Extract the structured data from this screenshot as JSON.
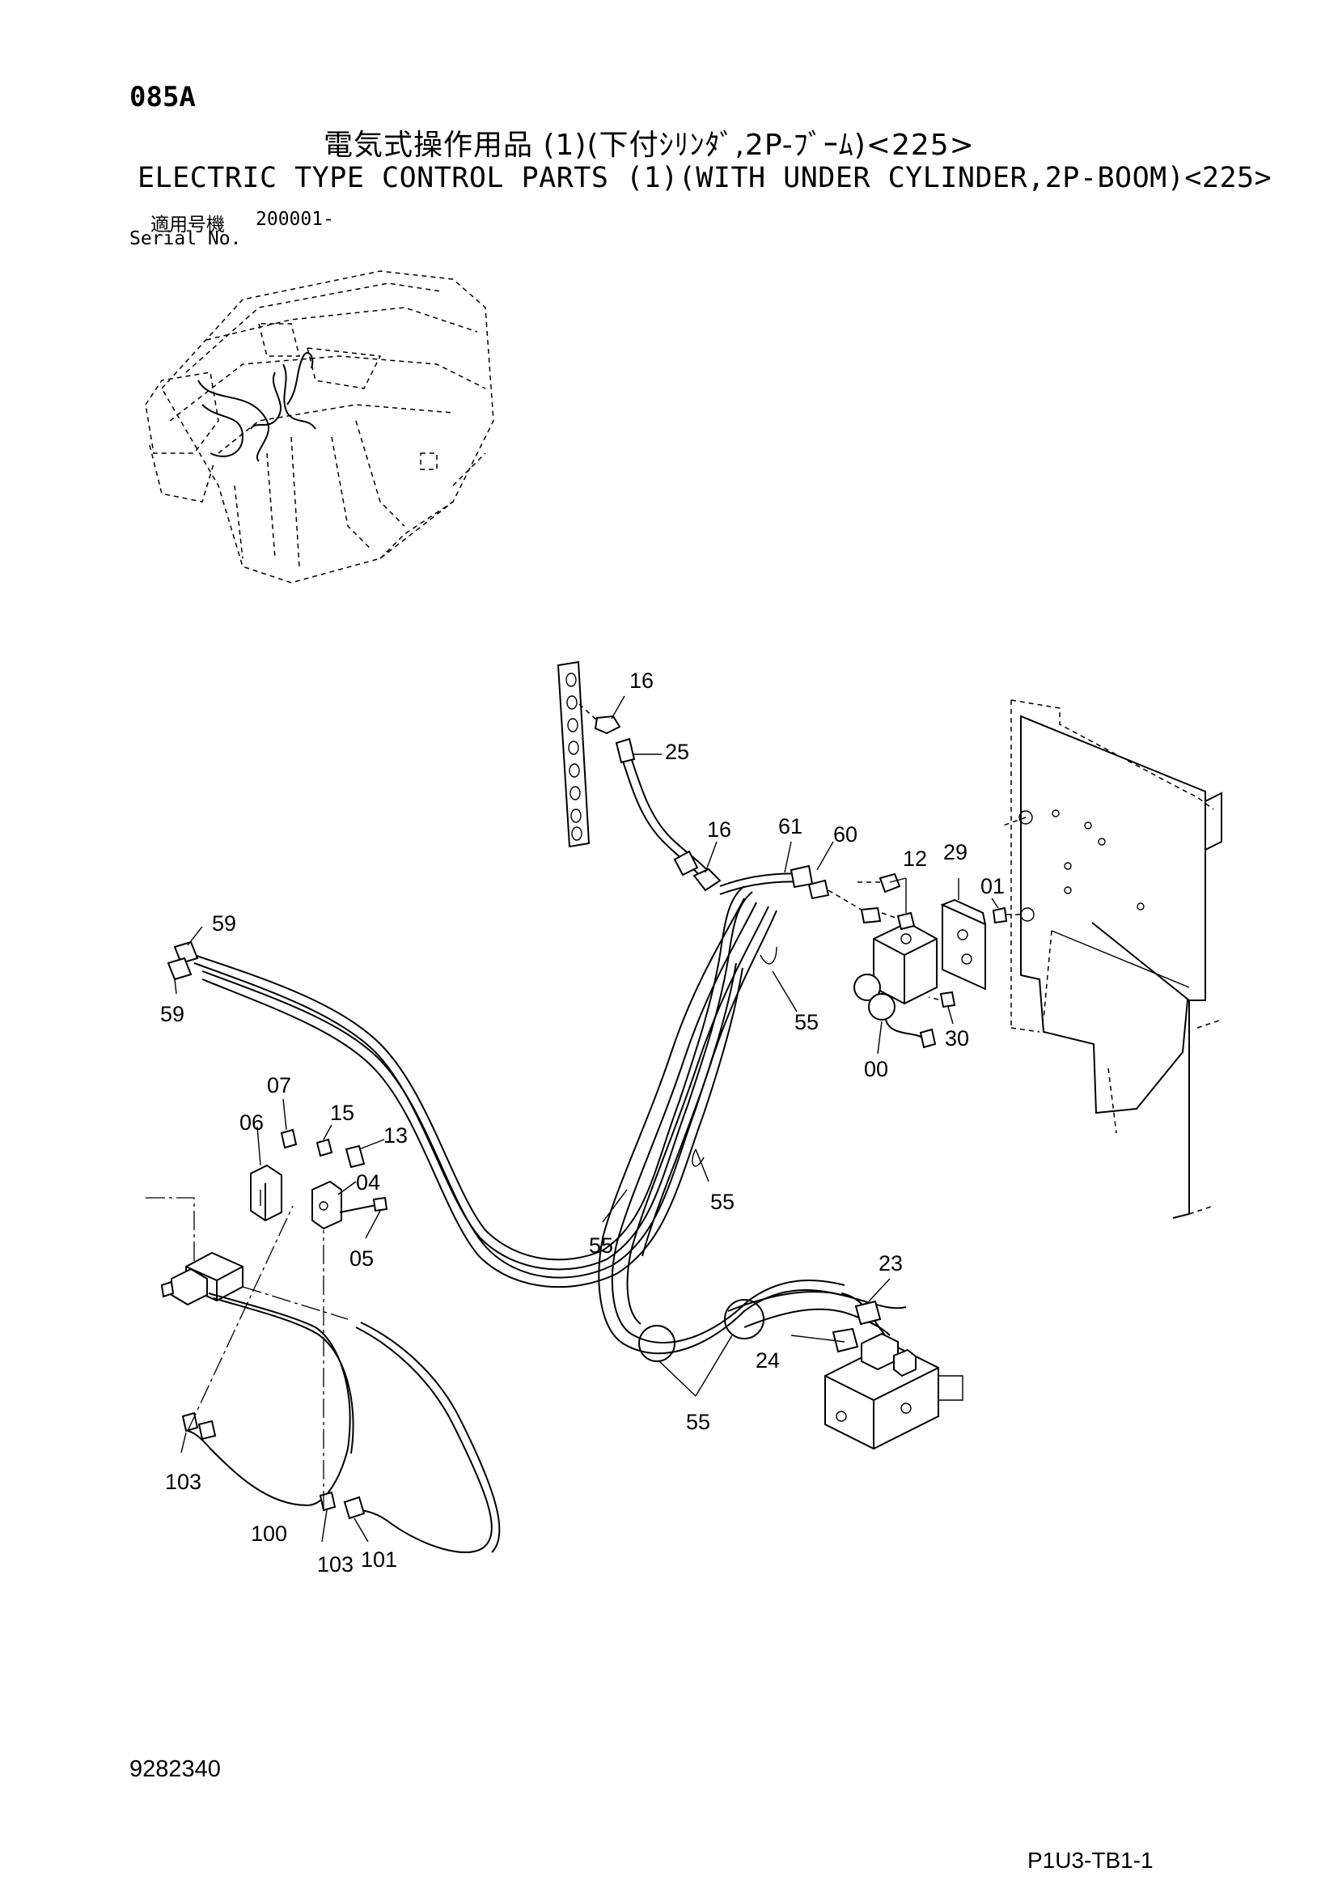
{
  "page_code": "085A",
  "title_jp": "電気式操作用品 (1)(下付ｼﾘﾝﾀﾞ,2P-ﾌﾞｰﾑ)<225>",
  "title_en": "ELECTRIC TYPE CONTROL PARTS (1)(WITH UNDER CYLINDER,2P-BOOM)<225>",
  "serial_label_jp": "適用号機",
  "serial_value": "200001-",
  "serial_label_en": "Serial No.",
  "document_number": "9282340",
  "sheet_code": "P1U3-TB1-1",
  "callouts": {
    "c16_top": "16",
    "c25": "25",
    "c16_mid": "16",
    "c61": "61",
    "c60": "60",
    "c12": "12",
    "c29": "29",
    "c01": "01",
    "c59_top": "59",
    "c59_bot": "59",
    "c55_a": "55",
    "c30": "30",
    "c00": "00",
    "c07": "07",
    "c06": "06",
    "c15": "15",
    "c13": "13",
    "c04": "04",
    "c05": "05",
    "c55_b": "55",
    "c55_c": "55",
    "c23": "23",
    "c24": "24",
    "c55_d": "55",
    "c103_a": "103",
    "c100": "100",
    "c103_b": "103",
    "c101": "101"
  }
}
